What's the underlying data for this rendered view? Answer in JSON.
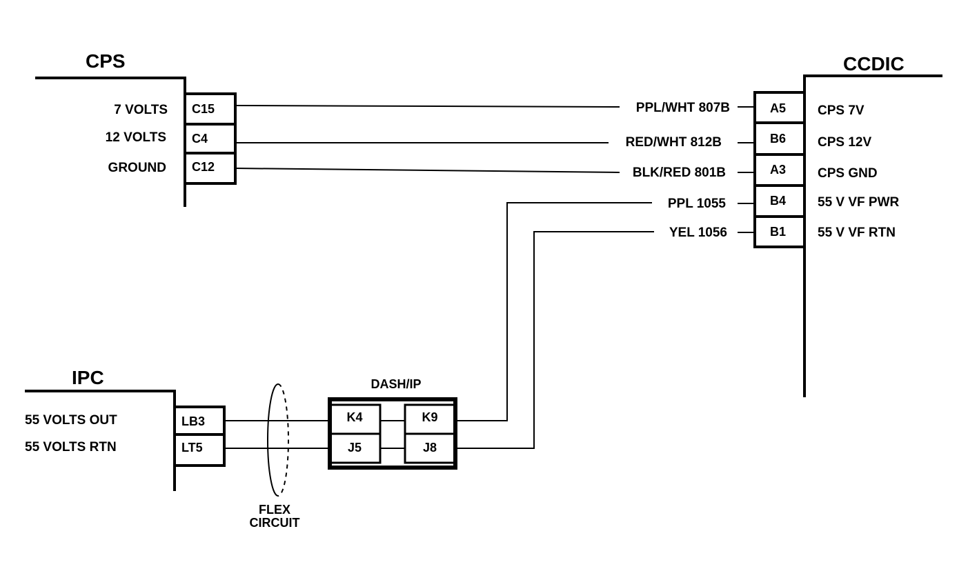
{
  "cps": {
    "title": "CPS",
    "signals": [
      {
        "label": "7 VOLTS",
        "pin": "C15"
      },
      {
        "label": "12 VOLTS",
        "pin": "C4"
      },
      {
        "label": "GROUND",
        "pin": "C12"
      }
    ]
  },
  "ccdic": {
    "title": "CCDIC",
    "pins": [
      {
        "pin": "A5",
        "label": "CPS 7V",
        "wire": "PPL/WHT 807B"
      },
      {
        "pin": "B6",
        "label": "CPS 12V",
        "wire": "RED/WHT 812B"
      },
      {
        "pin": "A3",
        "label": "CPS GND",
        "wire": "BLK/RED 801B"
      },
      {
        "pin": "B4",
        "label": "55 V VF PWR",
        "wire": "PPL 1055"
      },
      {
        "pin": "B1",
        "label": "55 V VF RTN",
        "wire": "YEL 1056"
      }
    ]
  },
  "ipc": {
    "title": "IPC",
    "signals": [
      {
        "label": "55 VOLTS OUT",
        "pin": "LB3"
      },
      {
        "label": "55 VOLTS RTN",
        "pin": "LT5"
      }
    ]
  },
  "dash_ip": {
    "title": "DASH/IP",
    "left_pins": [
      "K4",
      "J5"
    ],
    "right_pins": [
      "K9",
      "J8"
    ]
  },
  "flex": {
    "line1": "FLEX",
    "line2": "CIRCUIT"
  }
}
